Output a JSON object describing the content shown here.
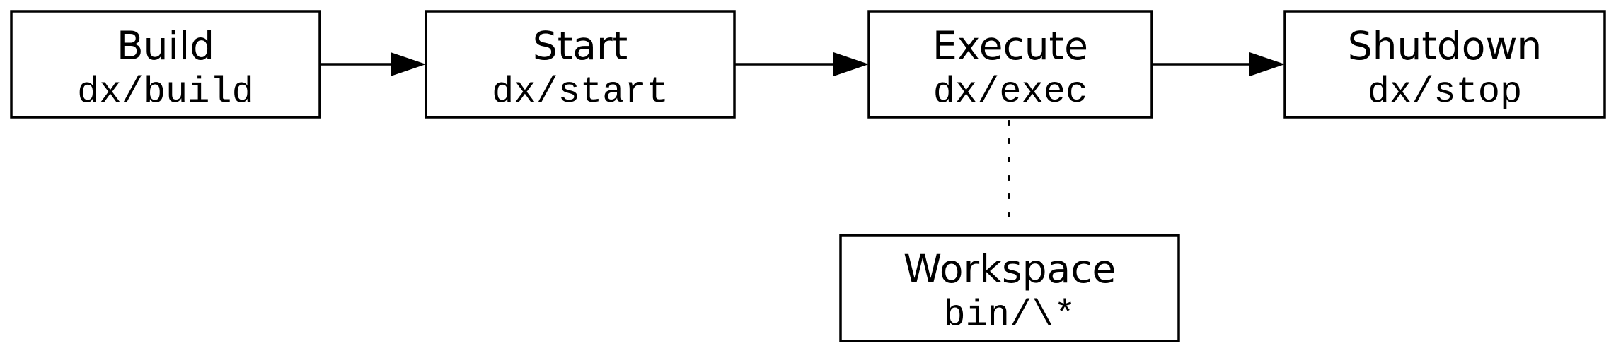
{
  "nodes": {
    "build": {
      "label": "Build",
      "command": "dx/build"
    },
    "start": {
      "label": "Start",
      "command": "dx/start"
    },
    "execute": {
      "label": "Execute",
      "command": "dx/exec"
    },
    "shutdown": {
      "label": "Shutdown",
      "command": "dx/stop"
    },
    "workspace": {
      "label": "Workspace",
      "command": "bin/\\*"
    }
  },
  "edges": [
    {
      "from": "build",
      "to": "start",
      "style": "arrow"
    },
    {
      "from": "start",
      "to": "execute",
      "style": "arrow"
    },
    {
      "from": "execute",
      "to": "shutdown",
      "style": "arrow"
    },
    {
      "from": "execute",
      "to": "workspace",
      "style": "dotted"
    }
  ],
  "colors": {
    "stroke": "#000000",
    "background": "#ffffff"
  }
}
